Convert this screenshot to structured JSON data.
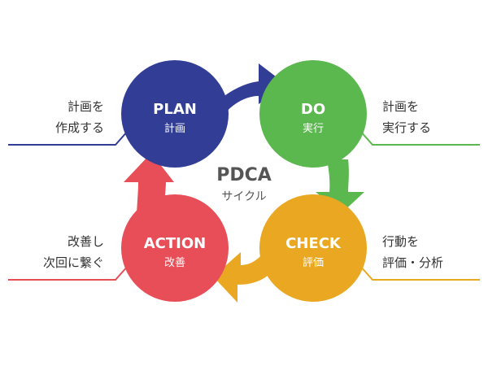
{
  "center": {
    "title": "PDCA",
    "subtitle": "サイクル"
  },
  "nodes": [
    {
      "key": "plan",
      "label": "PLAN",
      "sub": "計画",
      "color": "#323e96",
      "desc": [
        "計画を",
        "作成する"
      ]
    },
    {
      "key": "do",
      "label": "DO",
      "sub": "実行",
      "color": "#5bb84f",
      "desc": [
        "計画を",
        "実行する"
      ]
    },
    {
      "key": "check",
      "label": "CHECK",
      "sub": "評価",
      "color": "#eaa822",
      "desc": [
        "行動を",
        "評価・分析"
      ]
    },
    {
      "key": "action",
      "label": "ACTION",
      "sub": "改善",
      "color": "#e84e58",
      "desc": [
        "改善し",
        "次回に繋ぐ"
      ]
    }
  ]
}
